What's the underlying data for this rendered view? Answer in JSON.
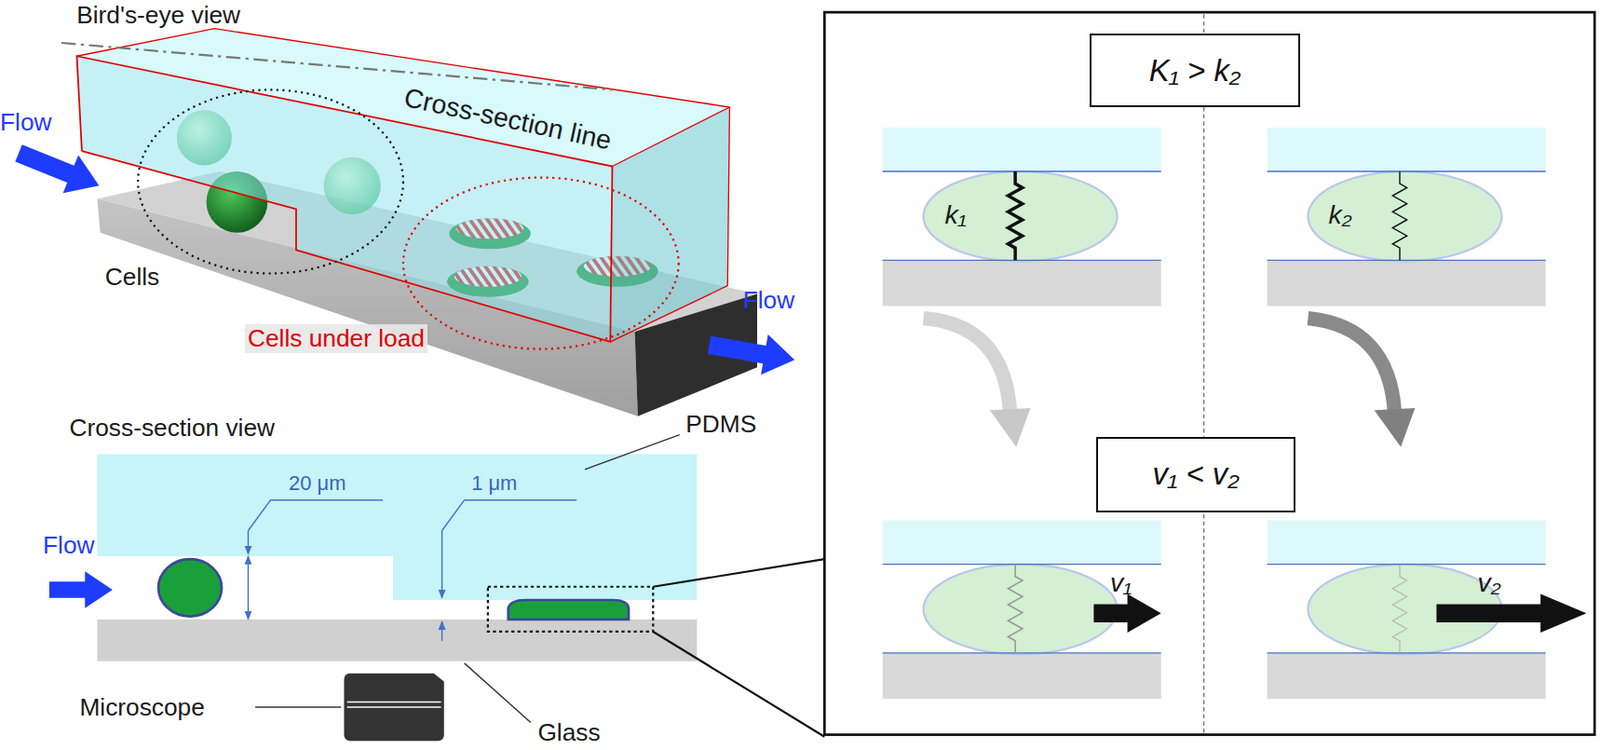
{
  "diagram": {
    "nodes": [
      {
        "text": [
          "K₁ > k₂"
        ]
      },
      {
        "text": [
          "v₁ < v₂"
        ]
      }
    ],
    "labels": [
      "Bird's-eye view",
      "Cross-section line",
      "Flow",
      "Flow",
      "Cells",
      "Cells under load",
      "Cross-section view",
      "PDMS",
      "20 μm",
      "1 μm",
      "Flow",
      "Microscope",
      "Glass",
      "k₁",
      "k₂",
      "v₁",
      "v₂"
    ]
  }
}
